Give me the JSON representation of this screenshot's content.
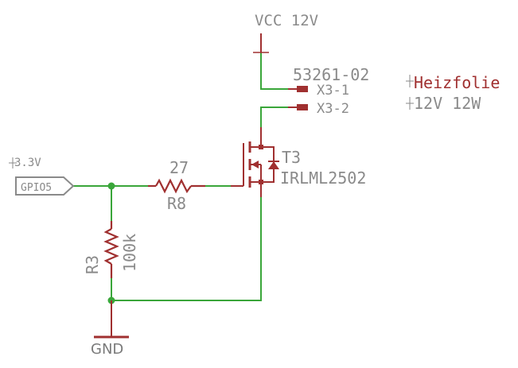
{
  "supply": {
    "label": "VCC 12V"
  },
  "connector": {
    "part": "53261-02",
    "pin1": "X3-1",
    "pin2": "X3-2"
  },
  "load": {
    "name": "Heizfolie",
    "rating": "12V 12W"
  },
  "input": {
    "voltage": "3.3V",
    "net": "GPIO5"
  },
  "resistor_gate": {
    "value": "27",
    "name": "R8"
  },
  "resistor_pulldown": {
    "name": "R3",
    "value": "100k"
  },
  "mosfet": {
    "name": "T3",
    "part": "IRLML2502"
  },
  "ground": {
    "label": "GND"
  },
  "colors": {
    "wire": "#3aa63a",
    "part": "#a03030",
    "text": "#8a8a8a"
  }
}
